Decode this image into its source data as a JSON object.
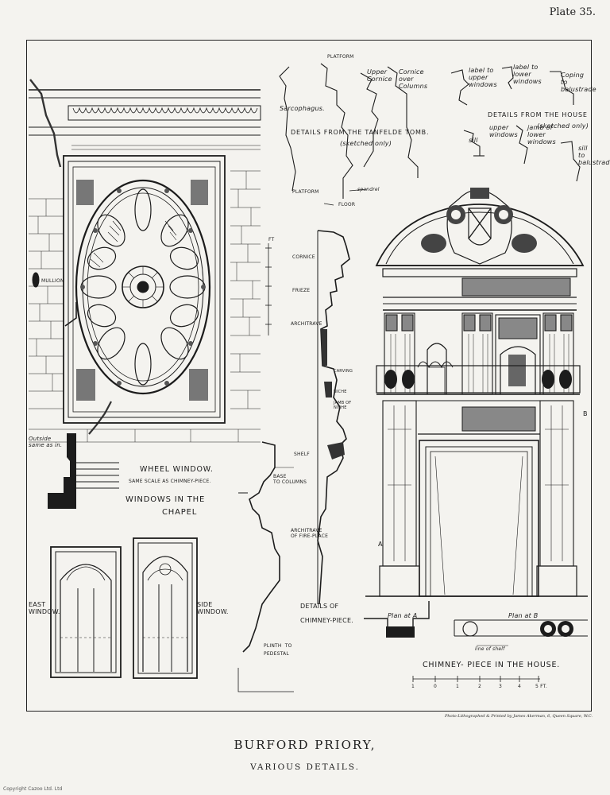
{
  "plate": "Plate 35.",
  "title": "BURFORD PRIORY,",
  "subtitle": "VARIOUS DETAILS.",
  "printer": "Photo-Lithographed & Printed by James Akerman, 6, Queen Square, W.C.",
  "copyright": "Copyright Cazoo Ltd. Ltd",
  "labels": {
    "sarcophagus": "Sarcophagus.",
    "platform_top": "PLATFORM",
    "upper_cornice": "Upper\nCornice",
    "cornice_over_columns": "Cornice\nover\nColumns",
    "tanfelde": "DETAILS  FROM  THE TANFELDE   TOMB.",
    "sketched_only_1": "(sketched only)",
    "platform_bottom": "PLATFORM",
    "floor": "FLOOR",
    "spandrel": "spandrel",
    "label_upper": "label to\nupper\nwindows",
    "label_lower": "label to\nlower\nwindows",
    "coping": "Coping\nto\nbalustrade",
    "details_house": "DETAILS  FROM  THE  HOUSE",
    "sketched_only_2": "(sketched only)",
    "upper_windows": "upper\nwindows",
    "jamb_lower": "jamb of\nlower\nwindows",
    "sill": "sill",
    "sill_balustrade": "sill\nto\nbalustrade",
    "mullion": "MULLION",
    "outside": "Outside\nsame as in.",
    "wheel_window": "WHEEL  WINDOW.",
    "same_scale": "SAME  SCALE  AS  CHIMNEY-PIECE.",
    "windows_chapel_1": "WINDOWS  IN  THE",
    "windows_chapel_2": "CHAPEL",
    "east_window": "EAST\nWINDOW.",
    "side_window": "SIDE\nWINDOW.",
    "scale_ft": "FT",
    "cornice": "CORNICE",
    "frieze": "FRIEZE",
    "architrave": "ARCHITRAVE",
    "carving": "CARVING",
    "niche": "NICHE",
    "jamb_niche": "JAMB OF\nNICHE",
    "shelf": "SHELF",
    "base_columns": "BASE\nTO COLUMNS",
    "architrave_fire": "ARCHITRAVE\nOF FIRE-PLACE",
    "details_chimney_1": "DETAILS OF",
    "details_chimney_2": "CHIMNEY-PIECE.",
    "plinth": "PLINTH  TO\nPEDESTAL",
    "mark_a": "A",
    "mark_b": "B",
    "plan_a": "Plan at A",
    "plan_b": "Plan at B",
    "line_shelf": "line  of  shelf",
    "chimney_house": "CHIMNEY-  PIECE  IN  THE  HOUSE.",
    "scale_nums": [
      "1",
      "0",
      "1",
      "2",
      "3",
      "4",
      "5 FT."
    ]
  }
}
